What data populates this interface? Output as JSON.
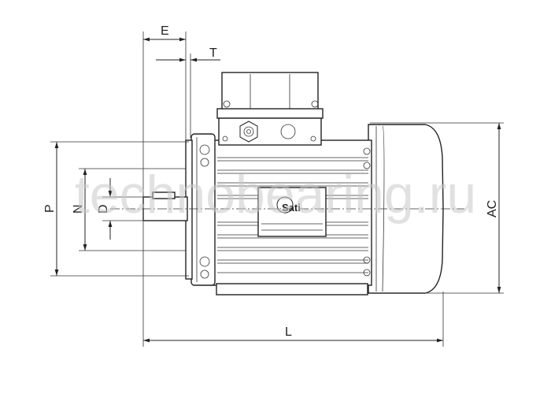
{
  "watermark": {
    "text": "technobearing.ru"
  },
  "dimensions": {
    "E": "E",
    "T": "T",
    "P": "P",
    "N": "N",
    "D": "D",
    "AC": "AC",
    "L": "L"
  },
  "nameplate": {
    "logo_text": "Sati"
  },
  "colors": {
    "line": "#222222",
    "watermark": "#c9c9c9",
    "background": "#ffffff"
  }
}
